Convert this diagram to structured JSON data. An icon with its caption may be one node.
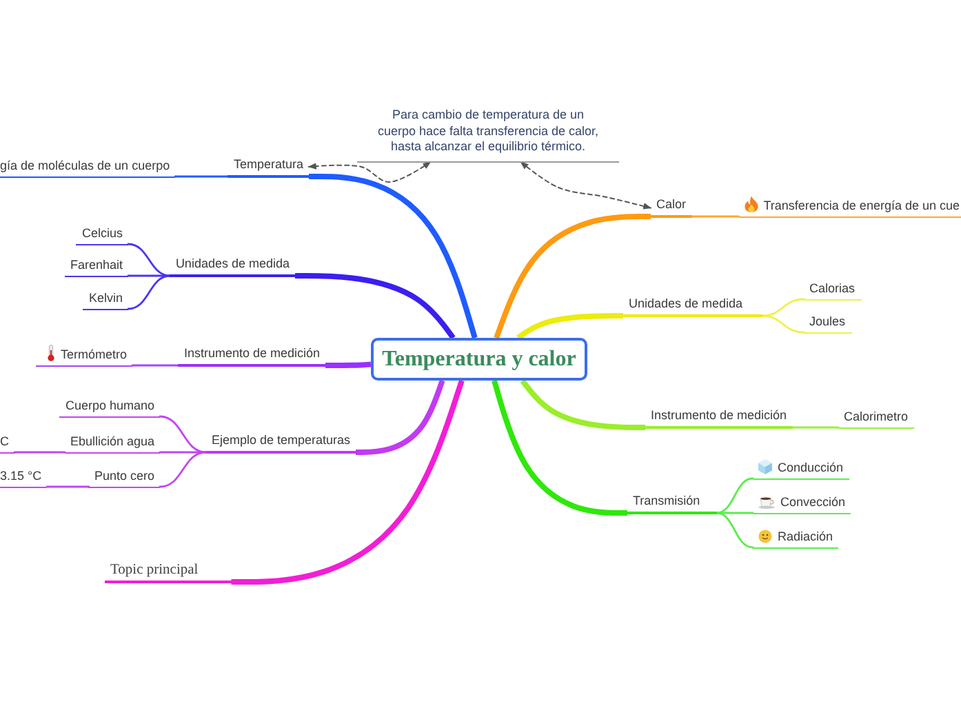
{
  "diagram": {
    "nodes": [
      {
        "text": [
          "Temperatura y calor"
        ]
      },
      {
        "text": [
          "Temperatura"
        ]
      },
      {
        "text": [
          "gía de moléculas de un cuerpo"
        ]
      },
      {
        "text": [
          "Unidades de medida"
        ]
      },
      {
        "text": [
          "Celcius"
        ]
      },
      {
        "text": [
          "Farenhait"
        ]
      },
      {
        "text": [
          "Kelvin"
        ]
      },
      {
        "text": [
          "Instrumento de medición"
        ]
      },
      {
        "text": [
          "Termómetro"
        ]
      },
      {
        "text": [
          "Ejemplo de temperaturas"
        ]
      },
      {
        "text": [
          "Cuerpo humano"
        ]
      },
      {
        "text": [
          "Ebullición agua"
        ]
      },
      {
        "text": [
          "Punto cero"
        ]
      },
      {
        "text": [
          "C"
        ]
      },
      {
        "text": [
          "3.15 °C"
        ]
      },
      {
        "text": [
          "Topic principal"
        ]
      },
      {
        "text": [
          "Para cambio de temperatura de un cuerpo hace falta transferencia de calor, hasta alcanzar el equilibrio térmico."
        ]
      },
      {
        "text": [
          "Calor"
        ]
      },
      {
        "text": [
          "Transferencia de energía de un cue"
        ]
      },
      {
        "text": [
          "Unidades de medida"
        ]
      },
      {
        "text": [
          "Calorias"
        ]
      },
      {
        "text": [
          "Joules"
        ]
      },
      {
        "text": [
          "Instrumento de medición"
        ]
      },
      {
        "text": [
          "Calorimetro"
        ]
      },
      {
        "text": [
          "Transmisión"
        ]
      },
      {
        "text": [
          "Conducción"
        ]
      },
      {
        "text": [
          "Convección"
        ]
      },
      {
        "text": [
          "Radiación"
        ]
      }
    ],
    "edges": [
      {
        "from": 0,
        "to": 1,
        "arrow": "none",
        "style": "thick",
        "color": "#1f5cff"
      },
      {
        "from": 0,
        "to": 3,
        "arrow": "none",
        "style": "thick",
        "color": "#3b1ff0"
      },
      {
        "from": 0,
        "to": 7,
        "arrow": "none",
        "style": "thick",
        "color": "#9b30ff"
      },
      {
        "from": 0,
        "to": 9,
        "arrow": "none",
        "style": "thick",
        "color": "#c23af2"
      },
      {
        "from": 0,
        "to": 15,
        "arrow": "none",
        "style": "thick",
        "color": "#f21ed6"
      },
      {
        "from": 0,
        "to": 17,
        "arrow": "none",
        "style": "thick",
        "color": "#ff9a12"
      },
      {
        "from": 0,
        "to": 19,
        "arrow": "none",
        "style": "thick",
        "color": "#ecec10"
      },
      {
        "from": 0,
        "to": 22,
        "arrow": "none",
        "style": "thick",
        "color": "#9aee2a"
      },
      {
        "from": 0,
        "to": 24,
        "arrow": "none",
        "style": "thick",
        "color": "#2fe80a"
      },
      {
        "from": 1,
        "to": 2,
        "arrow": "none",
        "color": "#1f5cff"
      },
      {
        "from": 3,
        "to": 4,
        "arrow": "none",
        "color": "#4a35f0"
      },
      {
        "from": 3,
        "to": 5,
        "arrow": "none",
        "color": "#4a35f0"
      },
      {
        "from": 3,
        "to": 6,
        "arrow": "none",
        "color": "#4a35f0"
      },
      {
        "from": 7,
        "to": 8,
        "arrow": "none",
        "color": "#a545ff"
      },
      {
        "from": 9,
        "to": 10,
        "arrow": "none",
        "color": "#c445f2"
      },
      {
        "from": 9,
        "to": 11,
        "arrow": "none",
        "color": "#c445f2"
      },
      {
        "from": 9,
        "to": 12,
        "arrow": "none",
        "color": "#c445f2"
      },
      {
        "from": 11,
        "to": 13,
        "arrow": "none",
        "color": "#c445f2"
      },
      {
        "from": 12,
        "to": 14,
        "arrow": "none",
        "color": "#c445f2"
      },
      {
        "from": 17,
        "to": 18,
        "arrow": "none",
        "color": "#ffa530"
      },
      {
        "from": 19,
        "to": 20,
        "arrow": "none",
        "color": "#f0f04a"
      },
      {
        "from": 19,
        "to": 21,
        "arrow": "none",
        "color": "#f0f04a"
      },
      {
        "from": 22,
        "to": 23,
        "arrow": "none",
        "color": "#9aee3a"
      },
      {
        "from": 24,
        "to": 25,
        "arrow": "none",
        "color": "#5aee4a"
      },
      {
        "from": 24,
        "to": 26,
        "arrow": "none",
        "color": "#5aee4a"
      },
      {
        "from": 24,
        "to": 27,
        "arrow": "none",
        "color": "#5aee4a"
      },
      {
        "from": 16,
        "to": 1,
        "arrow": "both",
        "style": "dashed",
        "color": "#555555"
      },
      {
        "from": 16,
        "to": 17,
        "arrow": "both",
        "style": "dashed",
        "color": "#555555"
      }
    ]
  }
}
